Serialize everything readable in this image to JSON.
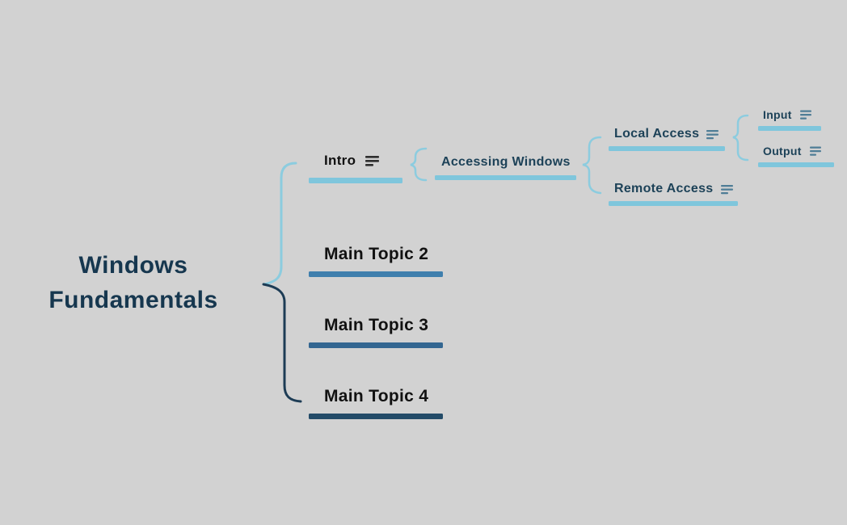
{
  "root": {
    "label": "Windows Fundamentals"
  },
  "topics": {
    "intro": "Intro",
    "accessing_windows": "Accessing Windows",
    "local_access": "Local Access",
    "remote_access": "Remote Access",
    "input": "Input",
    "output": "Output",
    "main_topic_2": "Main Topic 2",
    "main_topic_3": "Main Topic 3",
    "main_topic_4": "Main Topic 4"
  },
  "icons": {
    "notes": "notes-icon"
  },
  "colors": {
    "background": "#d2d2d2",
    "root_text": "#16374f",
    "navy_text": "#1d4258",
    "black_text": "#111111",
    "light_blue": "#7fc6dc",
    "brace_light": "#8cccdf",
    "brace_dark": "#1d3c55",
    "notes_icon_dark": "#2e2e2e",
    "notes_icon_steel": "#4f7d96",
    "main2_line": "#3f7fad",
    "main3_line": "#336691",
    "main4_line": "#234b68"
  }
}
